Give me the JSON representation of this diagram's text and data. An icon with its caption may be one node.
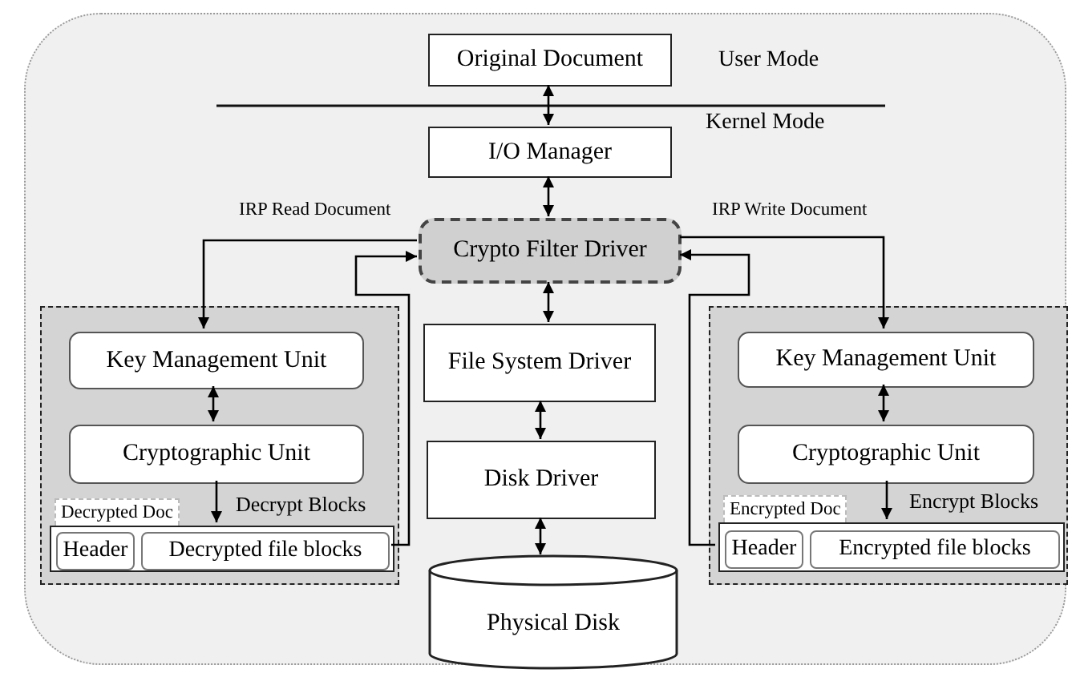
{
  "diagram": {
    "nodes": [
      {
        "text": [],
        "shape": "box"
      },
      {
        "text": [
          "Original Document"
        ],
        "in": 0
      },
      {
        "text": [
          "I/O Manager"
        ],
        "in": 0
      },
      {
        "text": [
          "Crypto Filter Driver"
        ],
        "in": 0
      },
      {
        "text": [],
        "shape": "box",
        "in": 0
      },
      {
        "text": [
          "Key Management Unit"
        ],
        "in": 4
      },
      {
        "text": [
          "Cryptographic Unit"
        ],
        "in": 4
      },
      {
        "text": [
          "Decrypted Doc"
        ],
        "in": 4
      },
      {
        "text": [
          "Header"
        ],
        "in": 7
      },
      {
        "text": [
          "Decrypted file blocks"
        ],
        "in": 7
      },
      {
        "text": [
          "File System Driver"
        ],
        "in": 0
      },
      {
        "text": [
          "Disk Driver"
        ],
        "in": 0
      },
      {
        "text": [
          "Physical Disk"
        ],
        "in": 0
      },
      {
        "text": [],
        "shape": "box",
        "in": 0
      },
      {
        "text": [
          "Key Management Unit"
        ],
        "in": 13
      },
      {
        "text": [
          "Cryptographic Unit"
        ],
        "in": 13
      },
      {
        "text": [
          "Encrypted Doc"
        ],
        "in": 13
      },
      {
        "text": [
          "Header"
        ],
        "in": 16
      },
      {
        "text": [
          "Encrypted file blocks"
        ],
        "in": 16
      }
    ],
    "edges": [
      {
        "from": 1,
        "to": 2,
        "arrow": "both"
      },
      {
        "from": 2,
        "to": 3,
        "arrow": "both"
      },
      {
        "from": 3,
        "to": 5,
        "arrow": "to",
        "label": "IRP Read Document"
      },
      {
        "from": 5,
        "to": 6,
        "arrow": "both"
      },
      {
        "from": 6,
        "to": 7,
        "arrow": "to",
        "label": "Decrypt Blocks"
      },
      {
        "from": 7,
        "to": 3,
        "arrow": "to"
      },
      {
        "from": 3,
        "to": 10,
        "arrow": "both"
      },
      {
        "from": 10,
        "to": 11,
        "arrow": "both"
      },
      {
        "from": 11,
        "to": 12,
        "arrow": "both"
      },
      {
        "from": 3,
        "to": 14,
        "arrow": "to",
        "label": "IRP Write Document"
      },
      {
        "from": 14,
        "to": 15,
        "arrow": "both"
      },
      {
        "from": 15,
        "to": 16,
        "arrow": "to",
        "label": "Encrypt Blocks"
      },
      {
        "from": 16,
        "to": 3,
        "arrow": "to"
      }
    ],
    "labels": [
      "User Mode",
      "Kernel Mode"
    ]
  }
}
